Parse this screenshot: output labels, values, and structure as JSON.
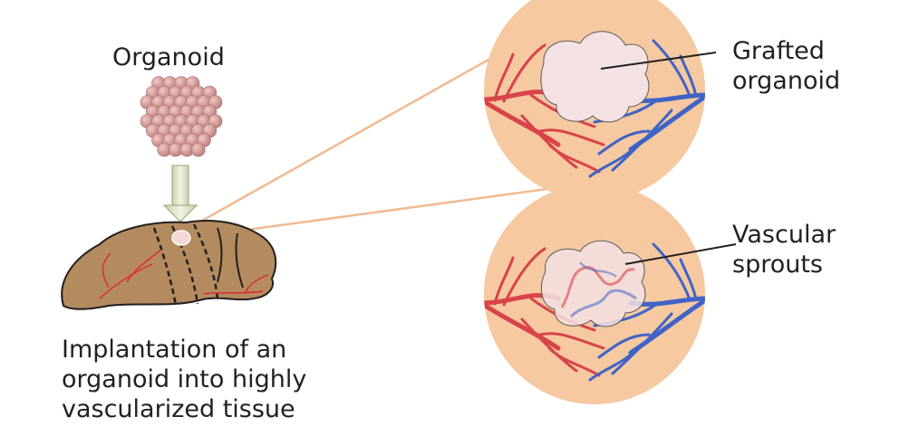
{
  "labels": {
    "organoid": "Organoid",
    "implantation": [
      "Implantation of an",
      "organoid into highly",
      "vascularized tissue"
    ],
    "grafted": [
      "Grafted",
      "organoid"
    ],
    "vascular": [
      "Vascular",
      "sprouts"
    ]
  },
  "colors": {
    "inset_fill": "#f6c9a0",
    "artery": "#d9434a",
    "vein": "#3f63c7",
    "organoid_fill": "#f3e1e3",
    "organoid_cells": "#d99a98",
    "brain_fill": "#b38b5f",
    "zoom_line": "#f2b98f",
    "arrow_fill": "#e1e6c8"
  }
}
